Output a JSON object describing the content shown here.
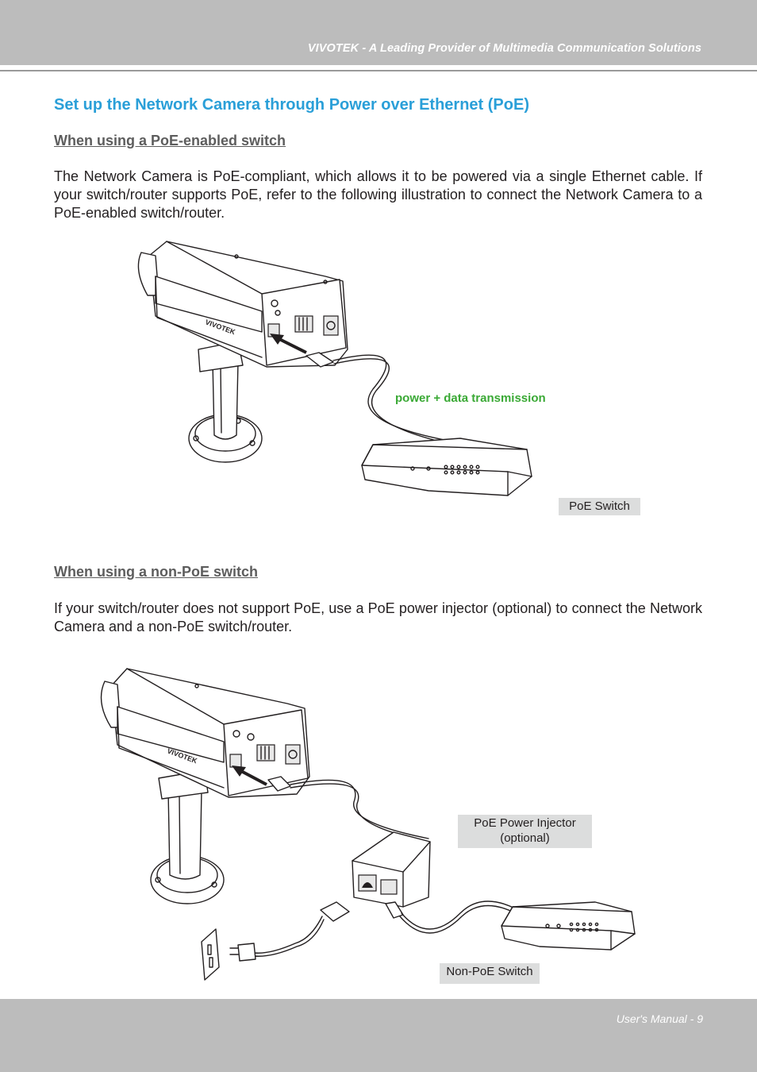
{
  "header": {
    "tagline": "VIVOTEK - A Leading Provider of Multimedia Communication Solutions"
  },
  "section": {
    "title": "Set up the Network Camera through Power over Ethernet (PoE)"
  },
  "poe_switch": {
    "heading": "When using a PoE-enabled switch",
    "body": "The Network Camera is PoE-compliant, which allows it to be powered via a single Ethernet cable. If your switch/router supports PoE, refer to the following illustration to connect the Network Camera to a PoE-enabled switch/router.",
    "diagram": {
      "cable_label": "power + data transmission",
      "switch_label": "PoE Switch",
      "camera_brand": "VIVOTEK"
    }
  },
  "non_poe_switch": {
    "heading": "When using a non-PoE switch",
    "body": "If your switch/router does not support PoE, use a PoE power injector (optional) to connect the Network Camera and a non-PoE switch/router.",
    "diagram": {
      "injector_label_line1": "PoE Power Injector",
      "injector_label_line2": "(optional)",
      "switch_label": "Non-PoE Switch",
      "camera_brand": "VIVOTEK"
    }
  },
  "footer": {
    "page_label": "User's Manual - 9"
  }
}
